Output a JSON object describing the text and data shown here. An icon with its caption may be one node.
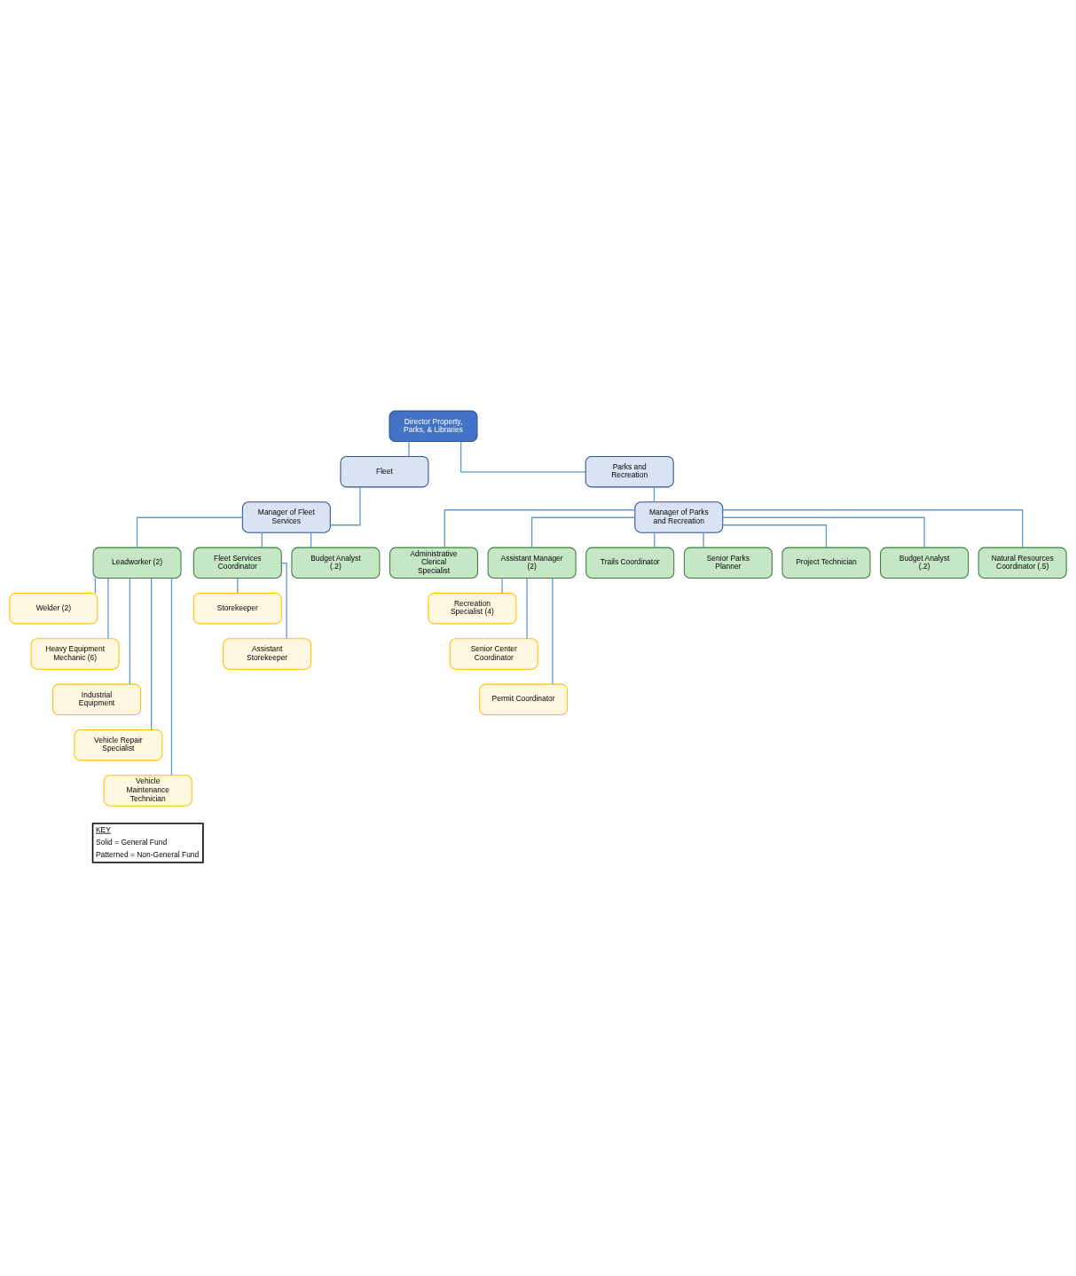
{
  "diagram": {
    "nodes": [
      {
        "text": [
          "Director Property, Parks, & Libraries"
        ]
      },
      {
        "text": [
          "Fleet"
        ]
      },
      {
        "text": [
          "Parks and Recreation"
        ]
      },
      {
        "text": [
          "Manager of Fleet Services"
        ]
      },
      {
        "text": [
          "Manager of Parks and Recreation"
        ]
      },
      {
        "text": [
          "Leadworker (2)"
        ]
      },
      {
        "text": [
          "Fleet Services Coordinator"
        ]
      },
      {
        "text": [
          "Administrative Clerical Specialist"
        ]
      },
      {
        "text": [
          "Assistant Manager (2)"
        ]
      },
      {
        "text": [
          "Welder (2)"
        ]
      },
      {
        "text": [
          "Storekeeper"
        ]
      },
      {
        "text": [
          "Trails Coordinator"
        ]
      },
      {
        "text": [
          "Recreation Specialist (4)"
        ]
      },
      {
        "text": [
          "Heavy Equipment Mechanic (6)"
        ]
      },
      {
        "text": [
          "Assistant Storekeeper"
        ]
      },
      {
        "text": [
          "Senior Parks Planner"
        ]
      },
      {
        "text": [
          "Senior Center Coordinator"
        ]
      },
      {
        "text": [
          "Industrial Equipment"
        ]
      },
      {
        "text": [
          "Budget Analyst (.2)"
        ]
      },
      {
        "text": [
          "Project Technician"
        ]
      },
      {
        "text": [
          "Permit Coordinator"
        ]
      },
      {
        "text": [
          "Budget Analyst (.2)"
        ]
      },
      {
        "text": [
          "Vehicle Repair Specialist"
        ]
      },
      {
        "text": [
          "Natural Resources Coordinator (.5)"
        ]
      },
      {
        "text": [
          "Vehicle Maintenance Technician"
        ]
      }
    ],
    "edges": [
      {
        "from": 0,
        "to": 1,
        "arrow": "none"
      },
      {
        "from": 0,
        "to": 2,
        "arrow": "none"
      },
      {
        "from": 1,
        "to": 3,
        "arrow": "none"
      },
      {
        "from": 2,
        "to": 4,
        "arrow": "none"
      },
      {
        "from": 3,
        "to": 5,
        "arrow": "none"
      },
      {
        "from": 3,
        "to": 6,
        "arrow": "none"
      },
      {
        "from": 3,
        "to": 18,
        "arrow": "none"
      },
      {
        "from": 5,
        "to": 9,
        "arrow": "none"
      },
      {
        "from": 5,
        "to": 13,
        "arrow": "none"
      },
      {
        "from": 5,
        "to": 17,
        "arrow": "none"
      },
      {
        "from": 5,
        "to": 22,
        "arrow": "none"
      },
      {
        "from": 5,
        "to": 24,
        "arrow": "none"
      },
      {
        "from": 6,
        "to": 10,
        "arrow": "none"
      },
      {
        "from": 6,
        "to": 14,
        "arrow": "none"
      },
      {
        "from": 4,
        "to": 7,
        "arrow": "none"
      },
      {
        "from": 4,
        "to": 8,
        "arrow": "none"
      },
      {
        "from": 4,
        "to": 11,
        "arrow": "none"
      },
      {
        "from": 4,
        "to": 15,
        "arrow": "none"
      },
      {
        "from": 4,
        "to": 19,
        "arrow": "none"
      },
      {
        "from": 4,
        "to": 21,
        "arrow": "none"
      },
      {
        "from": 4,
        "to": 23,
        "arrow": "none"
      },
      {
        "from": 8,
        "to": 12,
        "arrow": "none"
      },
      {
        "from": 8,
        "to": 16,
        "arrow": "none"
      },
      {
        "from": 8,
        "to": 20,
        "arrow": "none"
      }
    ],
    "labels": [
      "KEY",
      "Solid = General Fund",
      "Patterned = Non-General Fund"
    ]
  }
}
